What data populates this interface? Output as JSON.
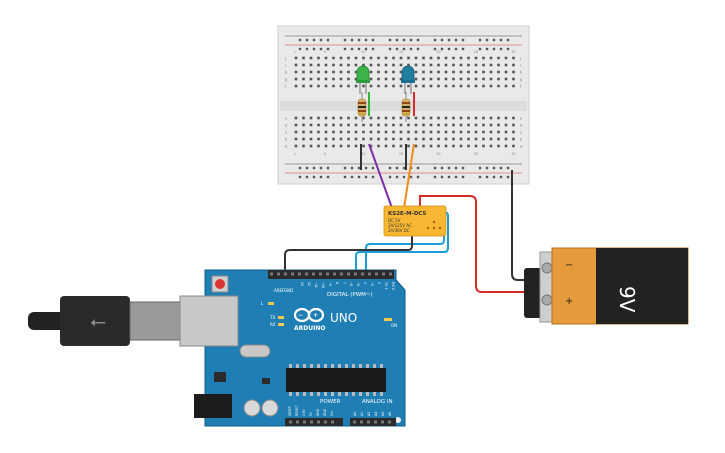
{
  "relay": {
    "part_no": "KS2E-M-DC5",
    "spec1": "DC 5V",
    "spec2": "3A/125V AC",
    "spec3": "2A/30V DC"
  },
  "battery": {
    "label": "9V",
    "minus": "−",
    "plus": "+"
  },
  "arduino": {
    "brand": "ARDUINO",
    "model": "UNO",
    "digital_header": "DIGITAL (PWM~)",
    "power_header": "POWER",
    "analog_header": "ANALOG IN",
    "led_l": "L",
    "led_tx": "TX",
    "led_rx": "RX",
    "led_on": "ON",
    "aref": "AREF",
    "gnd": "GND",
    "digital_pins": [
      "13",
      "12",
      "~11",
      "~10",
      "~9",
      "8",
      "7",
      "~6",
      "~5",
      "4",
      "~3",
      "2",
      "TX 1",
      "RX 0"
    ],
    "power_pins": [
      "IOREF",
      "RESET",
      "3.3V",
      "5V",
      "GND",
      "GND",
      "Vin"
    ],
    "analog_pins": [
      "A0",
      "A1",
      "A2",
      "A3",
      "A4",
      "A5"
    ]
  },
  "breadboard": {
    "row_letters_top": [
      "j",
      "i",
      "h",
      "g",
      "f"
    ],
    "row_letters_bottom": [
      "e",
      "d",
      "c",
      "b",
      "a"
    ],
    "column_numbers": [
      "1",
      "",
      "",
      "",
      "5",
      "",
      "",
      "",
      "",
      "10",
      "",
      "",
      "",
      "",
      "15",
      "",
      "",
      "",
      "",
      "20",
      "",
      "",
      "",
      "",
      "25",
      "",
      "",
      "",
      "",
      "30"
    ]
  }
}
